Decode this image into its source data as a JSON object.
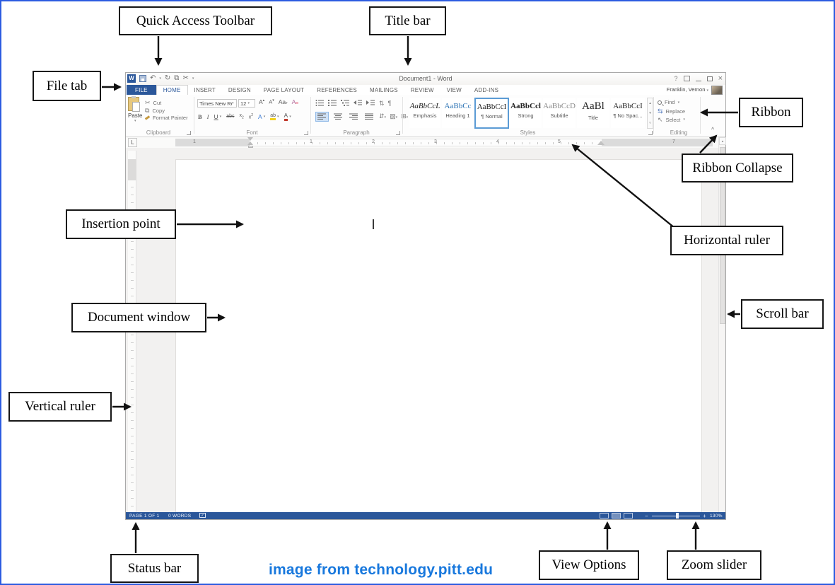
{
  "callouts": {
    "quick_access_toolbar": "Quick Access Toolbar",
    "title_bar": "Title bar",
    "file_tab": "File tab",
    "ribbon": "Ribbon",
    "ribbon_collapse": "Ribbon Collapse",
    "insertion_point": "Insertion point",
    "horizontal_ruler": "Horizontal ruler",
    "document_window": "Document window",
    "scroll_bar": "Scroll bar",
    "vertical_ruler": "Vertical ruler",
    "status_bar": "Status bar",
    "view_options": "View Options",
    "zoom_slider": "Zoom slider"
  },
  "caption": "image from technology.pitt.edu",
  "colors": {
    "word_blue": "#2b579a",
    "caption_blue": "#1878dd",
    "frame_blue": "#2c5ce0"
  },
  "icons": {
    "help": "?",
    "close": "×",
    "undo": "↶",
    "redo": "↻",
    "cut": "✂",
    "copy": "⧉",
    "dropdown": "▾",
    "pilcrow": "¶",
    "sort": "⇅",
    "line_spacing": "⇵",
    "shading": "▨",
    "borders": "⊞",
    "replace": "⇆",
    "select": "↖",
    "scroll_up": "▴",
    "word_logo": "W",
    "tab_stop": "L",
    "proofing_check": "✓"
  },
  "window": {
    "title": "Document1 - Word",
    "account": "Franklin, Vernon",
    "tabs": [
      "FILE",
      "HOME",
      "INSERT",
      "DESIGN",
      "PAGE LAYOUT",
      "REFERENCES",
      "MAILINGS",
      "REVIEW",
      "VIEW",
      "ADD-INS"
    ],
    "active_tab": "HOME",
    "ribbon": {
      "clipboard": {
        "label": "Clipboard",
        "paste": "Paste",
        "cut": "Cut",
        "copy": "Copy",
        "format_painter": "Format Painter"
      },
      "font": {
        "label": "Font",
        "family": "Times New Ro",
        "size": "12",
        "bold": "B",
        "italic": "I",
        "underline": "U",
        "strikethrough": "abc",
        "grow": "A",
        "shrink": "A",
        "change_case": "Aa",
        "text_effects": "A",
        "highlight": "ab",
        "font_color": "A"
      },
      "paragraph": {
        "label": "Paragraph"
      },
      "styles": {
        "label": "Styles",
        "items": [
          {
            "preview": "AaBbCcL",
            "name": "Emphasis"
          },
          {
            "preview": "AaBbCc",
            "name": "Heading 1"
          },
          {
            "preview": "AaBbCcI",
            "name": "¶ Normal"
          },
          {
            "preview": "AaBbCcl",
            "name": "Strong"
          },
          {
            "preview": "AaBbCcD",
            "name": "Subtitle"
          },
          {
            "preview": "AaBl",
            "name": "Title"
          },
          {
            "preview": "AaBbCcI",
            "name": "¶ No Spac..."
          }
        ]
      },
      "editing": {
        "label": "Editing",
        "find": "Find",
        "replace": "Replace",
        "select": "Select"
      }
    },
    "ruler": {
      "numbers": [
        "1",
        "1",
        "2",
        "3",
        "4",
        "5",
        "7"
      ]
    },
    "status": {
      "page": "PAGE 1 OF 1",
      "words": "0 WORDS",
      "zoom_level": "130%"
    }
  }
}
